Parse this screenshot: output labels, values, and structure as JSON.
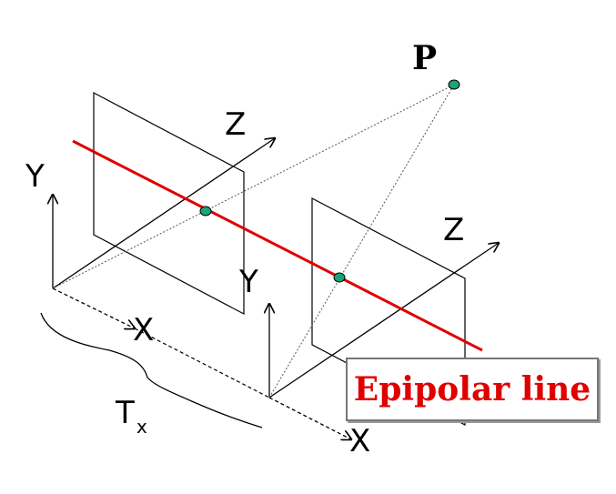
{
  "diagram": {
    "point_label": "P",
    "left_camera": {
      "y_label": "Y",
      "z_label": "Z",
      "x_label": "X"
    },
    "right_camera": {
      "y_label": "Y",
      "z_label": "Z",
      "x_label": "X"
    },
    "baseline_label": "T",
    "baseline_subscript": "x",
    "callout_text": "Epipolar line",
    "colors": {
      "epipolar_line": "#e00000",
      "point_fill": "#1aa37a",
      "lines": "#000000"
    }
  }
}
